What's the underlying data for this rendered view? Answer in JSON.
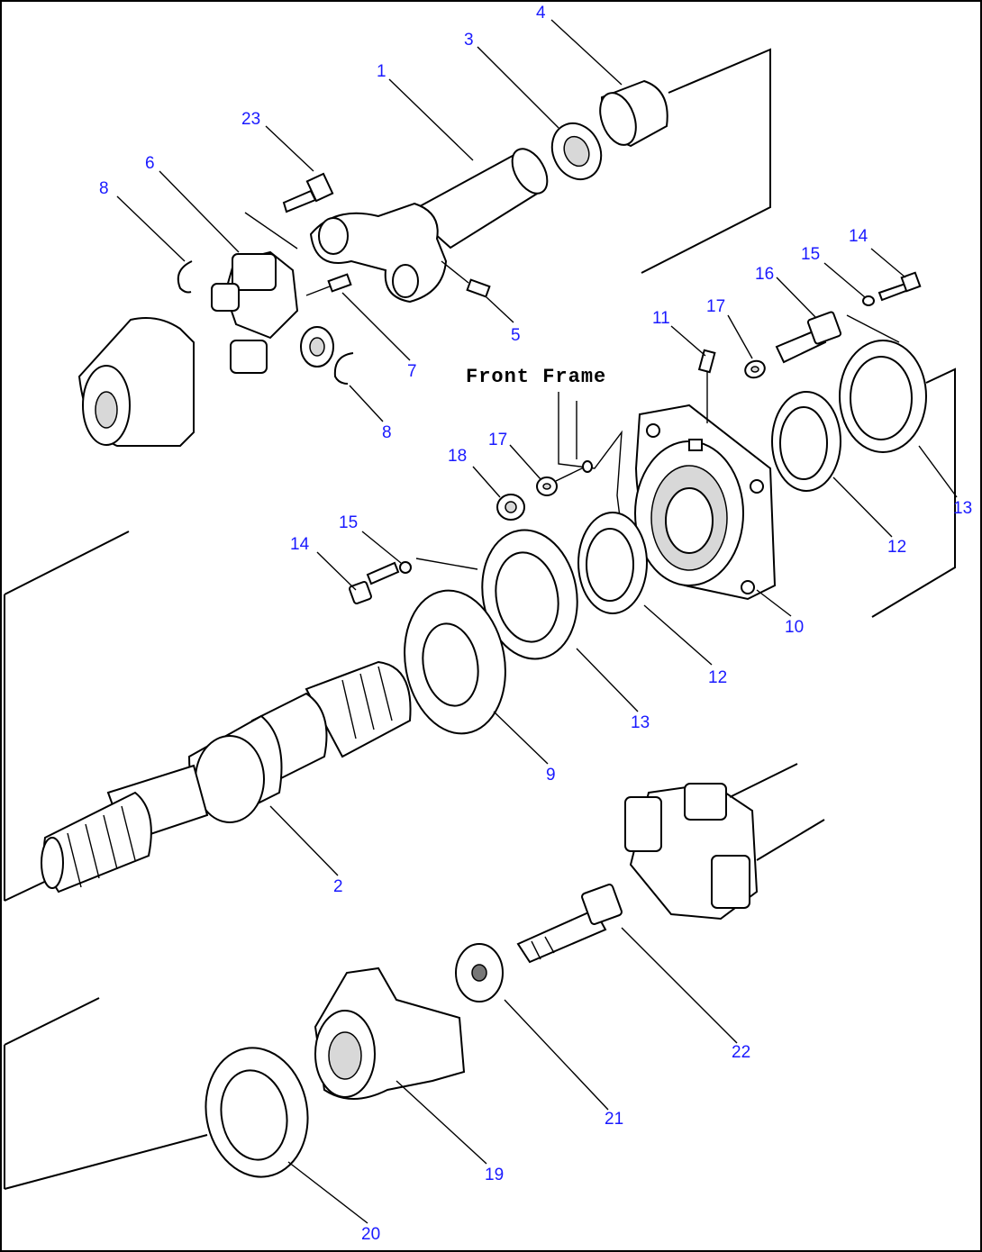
{
  "diagram": {
    "frame_label": "Front Frame",
    "labels": [
      {
        "id": "l1",
        "text": "1"
      },
      {
        "id": "l2",
        "text": "2"
      },
      {
        "id": "l3",
        "text": "3"
      },
      {
        "id": "l4",
        "text": "4"
      },
      {
        "id": "l5",
        "text": "5"
      },
      {
        "id": "l6",
        "text": "6"
      },
      {
        "id": "l7",
        "text": "7"
      },
      {
        "id": "l8a",
        "text": "8"
      },
      {
        "id": "l8b",
        "text": "8"
      },
      {
        "id": "l9",
        "text": "9"
      },
      {
        "id": "l10",
        "text": "10"
      },
      {
        "id": "l11",
        "text": "11"
      },
      {
        "id": "l12a",
        "text": "12"
      },
      {
        "id": "l12b",
        "text": "12"
      },
      {
        "id": "l13a",
        "text": "13"
      },
      {
        "id": "l13b",
        "text": "13"
      },
      {
        "id": "l14a",
        "text": "14"
      },
      {
        "id": "l14b",
        "text": "14"
      },
      {
        "id": "l15a",
        "text": "15"
      },
      {
        "id": "l15b",
        "text": "15"
      },
      {
        "id": "l16",
        "text": "16"
      },
      {
        "id": "l17a",
        "text": "17"
      },
      {
        "id": "l17b",
        "text": "17"
      },
      {
        "id": "l18",
        "text": "18"
      },
      {
        "id": "l19",
        "text": "19"
      },
      {
        "id": "l20",
        "text": "20"
      },
      {
        "id": "l21",
        "text": "21"
      },
      {
        "id": "l22",
        "text": "22"
      },
      {
        "id": "l23",
        "text": "23"
      }
    ]
  },
  "colors": {
    "label": "#1a1aff",
    "line": "#000000",
    "background": "#ffffff"
  }
}
